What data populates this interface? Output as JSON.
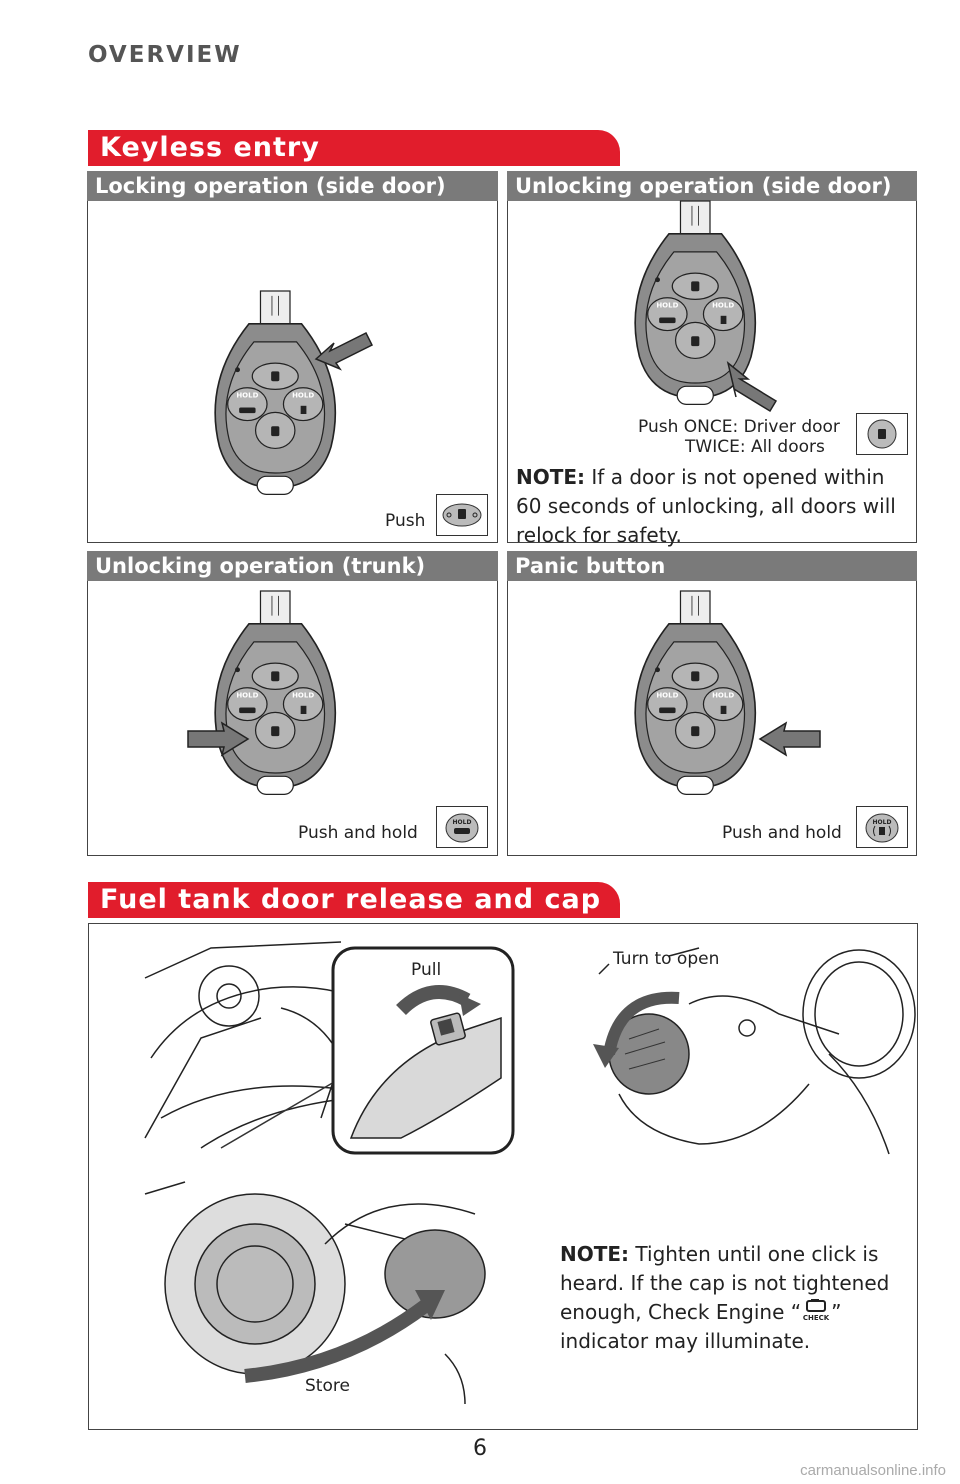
{
  "header": {
    "section": "OVERVIEW"
  },
  "keyless": {
    "title": "Keyless entry",
    "lock": {
      "title": "Locking operation (side door)",
      "caption": "Push"
    },
    "unlock": {
      "title": "Unlocking operation (side door)",
      "caption_line1": "Push  ONCE: Driver door",
      "caption_line2": "TWICE: All doors",
      "note_label": "NOTE:",
      "note_text": " If a door is not opened within 60 seconds of unlocking, all doors will relock for safety."
    },
    "trunk": {
      "title": "Unlocking operation (trunk)",
      "caption": "Push and hold"
    },
    "panic": {
      "title": "Panic button",
      "caption": "Push and hold"
    },
    "fob_label": "HOLD"
  },
  "fuel": {
    "title": "Fuel tank door release and cap",
    "pull": "Pull",
    "turn": "Turn to open",
    "store": "Store",
    "note_label": "NOTE:",
    "note_part1": " Tighten until one click is heard. If the cap is not tightened enough, Check Engine “",
    "note_part2": "” indicator may illuminate.",
    "check_label": "CHECK"
  },
  "footer": {
    "page": "6",
    "watermark": "carmanualsonline.info"
  }
}
